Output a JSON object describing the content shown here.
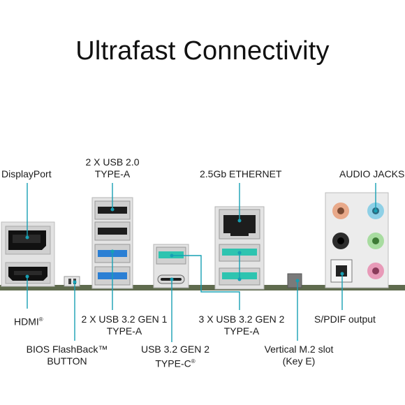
{
  "title": "Ultrafast Connectivity",
  "labels": {
    "displayport": "DisplayPort",
    "usb20_line1": "2 X USB 2.0",
    "usb20_line2": "TYPE-A",
    "ethernet": "2.5Gb ETHERNET",
    "audio": "AUDIO JACKS",
    "hdmi": "HDMI",
    "hdmi_mark": "®",
    "usb32g1_line1": "2 X USB 3.2 GEN 1",
    "usb32g1_line2": "TYPE-A",
    "usb32g2a_line1": "3 X USB 3.2 GEN 2",
    "usb32g2a_line2": "TYPE-A",
    "spdif": "S/PDIF output",
    "bios_line1": "BIOS FlashBack™",
    "bios_line2": "BUTTON",
    "usbc_line1": "USB 3.2 GEN 2",
    "usbc_line2": "TYPE-C",
    "usbc_mark": "®",
    "m2_line1": "Vertical M.2 slot",
    "m2_line2": "(Key E)"
  },
  "colors": {
    "leader": "#17a0b4",
    "usb_gen1": "#2b7fd4",
    "usb_gen2": "#2ec4b0",
    "port_metal": "#dcdcdc",
    "board": "#5f6b4e"
  }
}
